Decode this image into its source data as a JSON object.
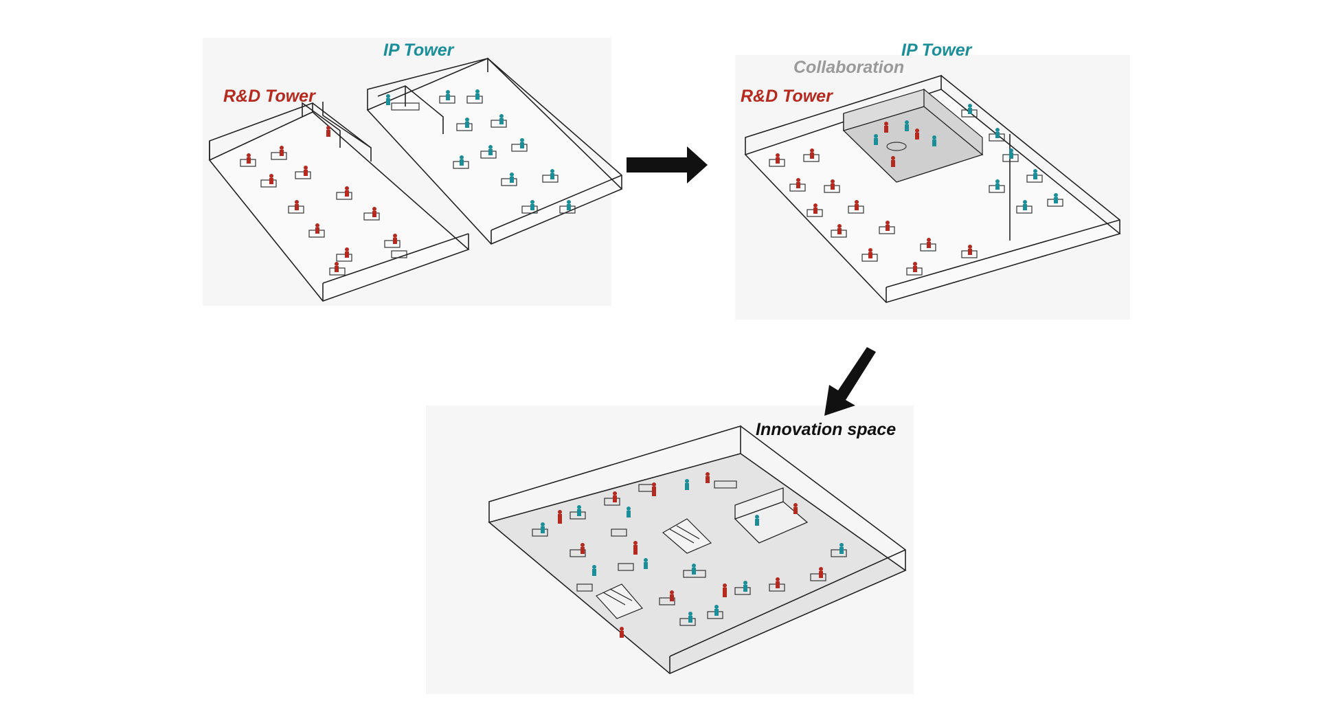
{
  "labels": {
    "ip_tower_left": "IP Tower",
    "rd_tower_left": "R&D Tower",
    "ip_tower_right": "IP Tower",
    "collaboration": "Collaboration",
    "rd_tower_right": "R&D Tower",
    "innovation_space": "Innovation space"
  },
  "colors": {
    "rd": "#b5291e",
    "ip": "#1a8f99",
    "collab": "#9a9a9a",
    "ink": "#222222",
    "innovation": "#111111",
    "panel_bg": "#f5f5f5",
    "floor_fill": "#e4e4e4",
    "arrow": "#111111"
  }
}
